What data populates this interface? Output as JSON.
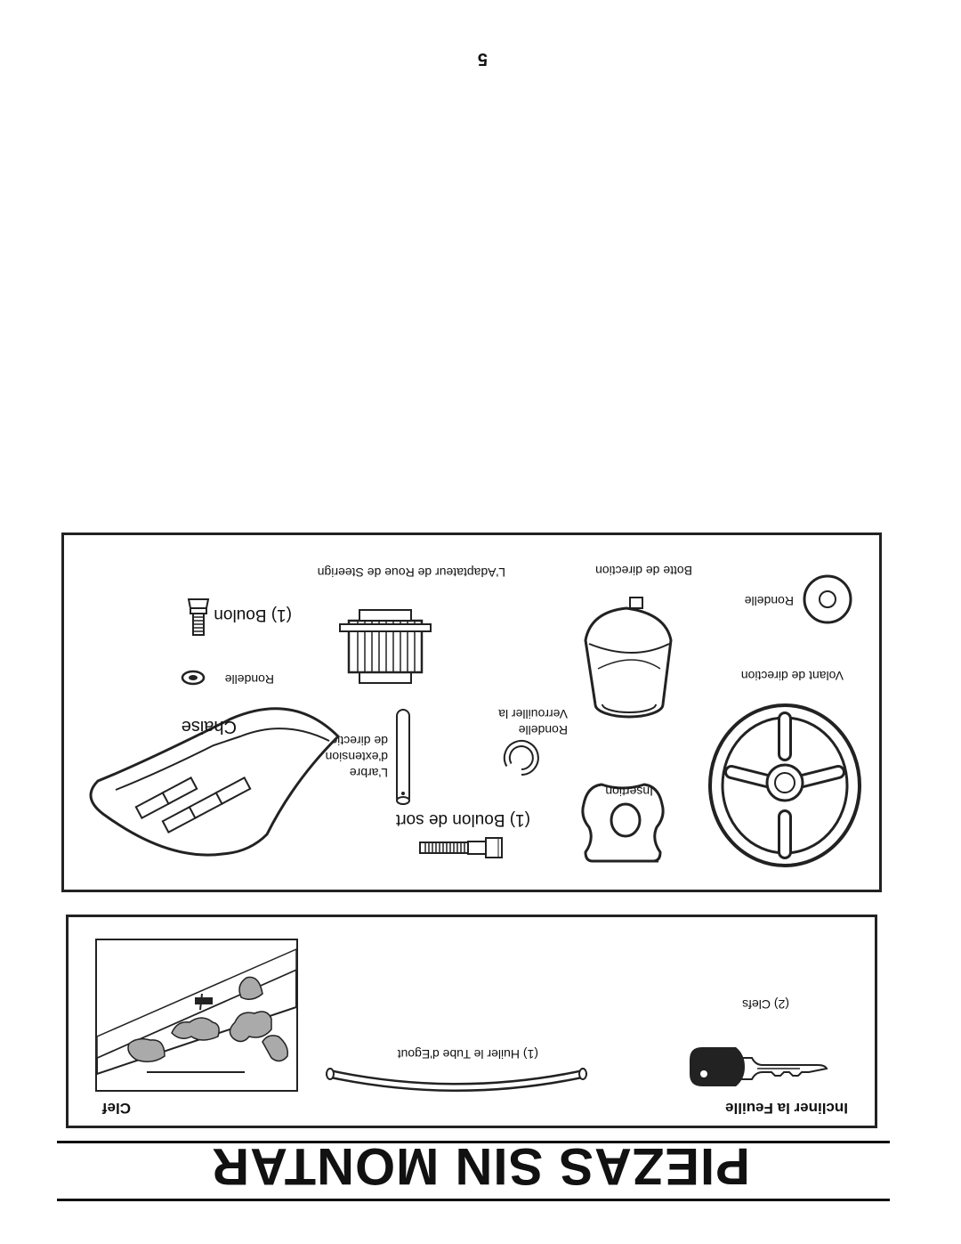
{
  "page": {
    "title": "PIEZAS SIN MONTAR",
    "page_number": "5"
  },
  "top_box": {
    "tilt_sheet_label": "Incliner la Feuille",
    "oil_drain_tube_label": "(1) Huiler le Tube d'Egout",
    "keys_label": "Clef",
    "keys_count_label": "(2) Clefs"
  },
  "parts_box": {
    "bolt_1": "(1) Boulon",
    "wheel_adapter": "L'Adaptateur de Roue de Steerign",
    "steering_boot": "Botte de direction",
    "washer_large": "Rondelle",
    "washer_small": "Rondelle",
    "steering_wheel": "Volant de direction",
    "seat": "Chaise",
    "extension_shaft": [
      "L'arbre",
      "d'extension",
      "de direction"
    ],
    "lock_washer": [
      "Rondelle",
      "Verrouiller la"
    ],
    "insert": "Insertion",
    "shoulder_bolt": "(1) Boulon de sort"
  }
}
